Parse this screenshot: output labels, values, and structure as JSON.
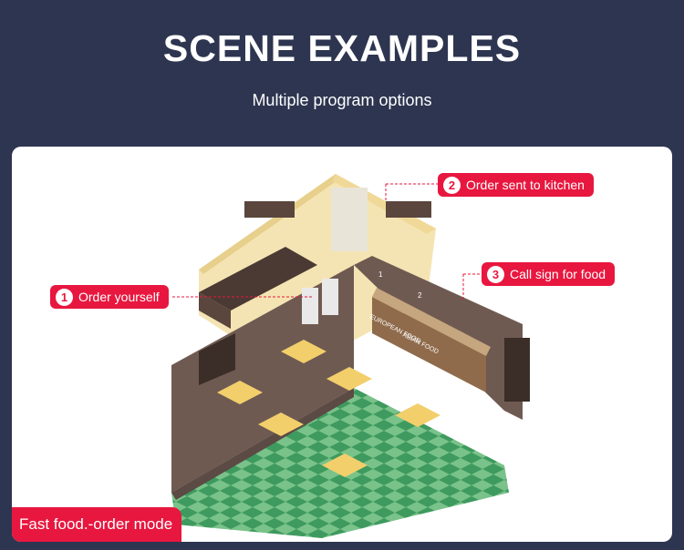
{
  "header": {
    "title": "SCENE EXAMPLES",
    "subtitle": "Multiple program options"
  },
  "callouts": [
    {
      "number": "1",
      "label": "Order yourself"
    },
    {
      "number": "2",
      "label": "Order sent to kitchen"
    },
    {
      "number": "3",
      "label": "Call sign for food"
    }
  ],
  "mode_label": "Fast food.-order mode",
  "illustration": {
    "wall_texts": [
      "EUROPEAN FOOD",
      "ASIAN FOOD"
    ],
    "menu_numbers": [
      "1",
      "2"
    ]
  },
  "colors": {
    "background": "#2d3550",
    "accent": "#e8173f",
    "floor_light": "#79c28a",
    "floor_dark": "#3e9a5e"
  }
}
